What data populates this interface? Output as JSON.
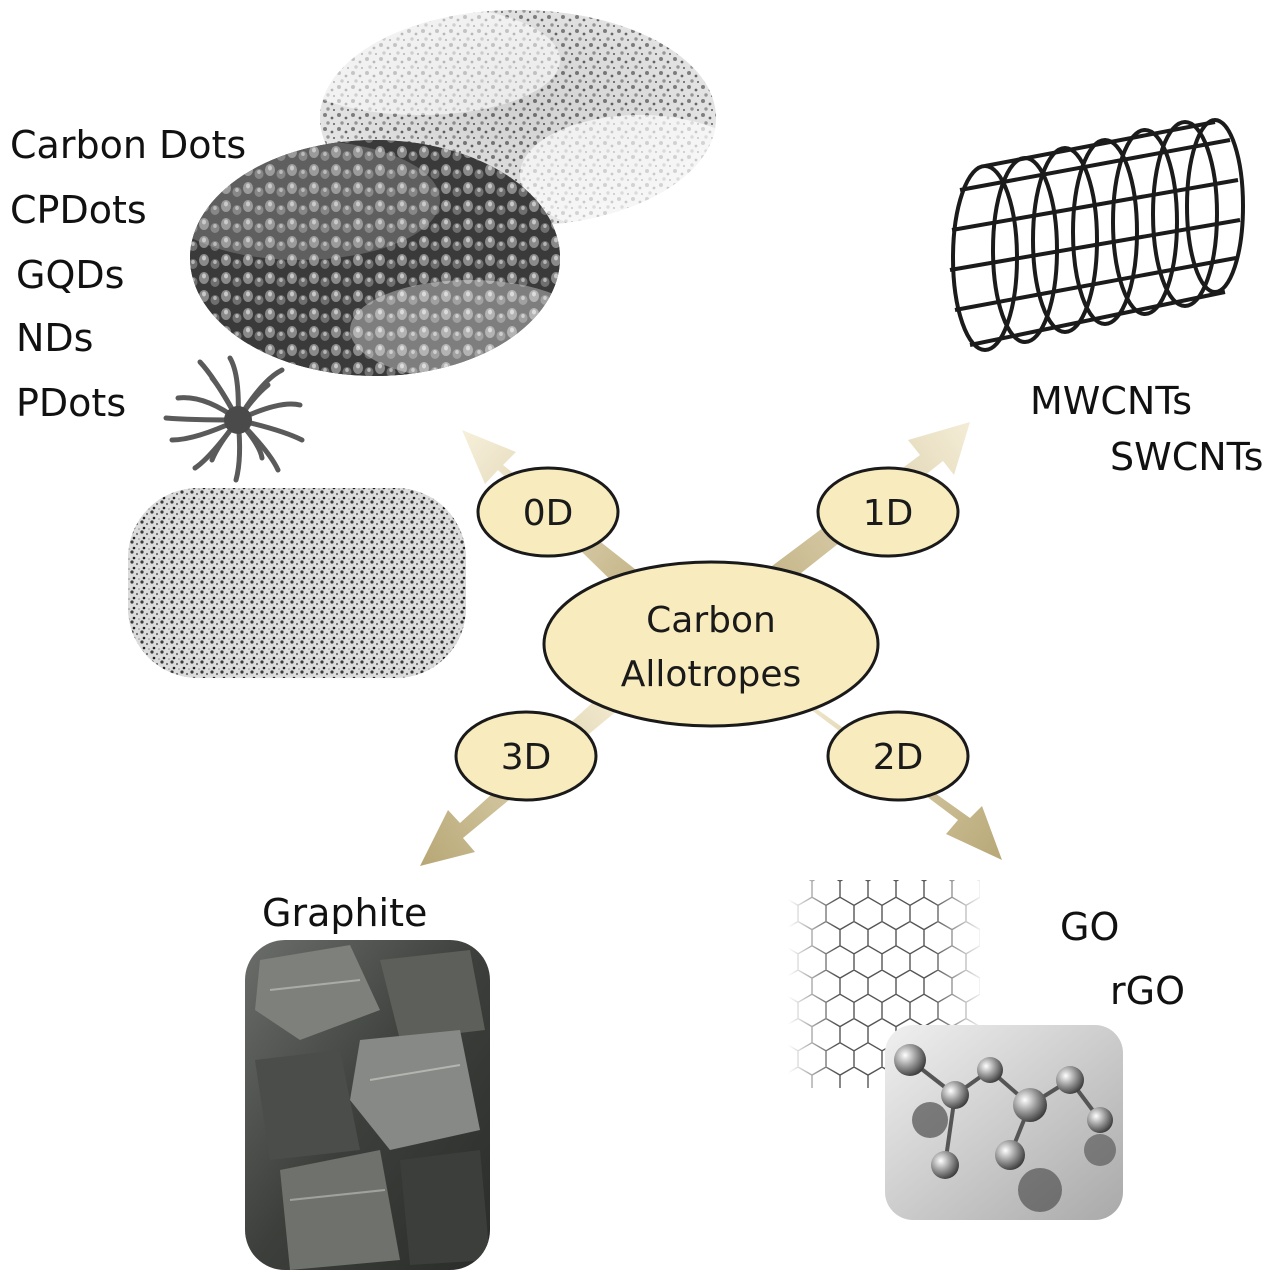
{
  "diagram": {
    "center": {
      "line1": "Carbon",
      "line2": "Allotropes"
    },
    "branches": {
      "zero_d": {
        "badge": "0D",
        "items": [
          "Carbon Dots",
          "CPDots",
          "GQDs",
          "NDs",
          "PDots"
        ]
      },
      "one_d": {
        "badge": "1D",
        "items": [
          "MWCNTs",
          "SWCNTs"
        ]
      },
      "two_d": {
        "badge": "2D",
        "items": [
          "GO",
          "rGO"
        ]
      },
      "three_d": {
        "badge": "3D",
        "items": [
          "Graphite"
        ]
      }
    }
  },
  "colors": {
    "node_fill": "#f8ebbd",
    "node_stroke": "#1a1a1a",
    "arrow_light": "#f3ead0",
    "arrow_dark": "#c8b98a"
  }
}
